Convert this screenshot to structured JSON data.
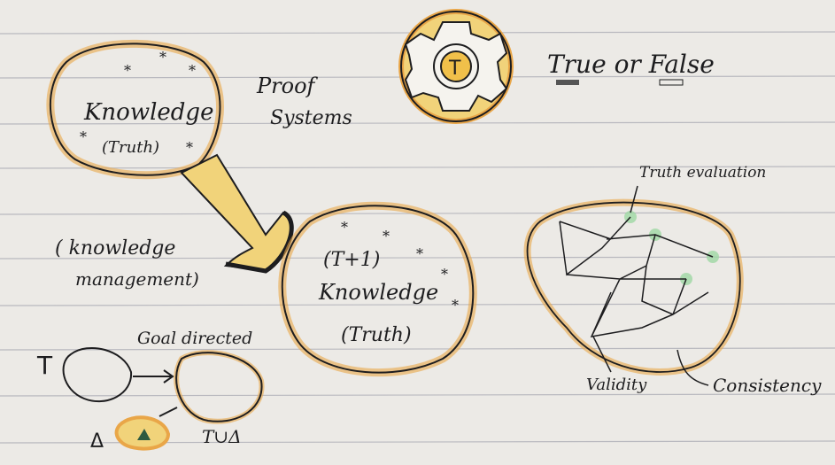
{
  "colors": {
    "paper": "#eceae6",
    "line": "#b9b9bf",
    "ink": "#1d1d1f",
    "orange": "#e9a648",
    "yellow": "#f1d37a",
    "green": "#9fd8a4"
  },
  "knowledge_blob": {
    "title": "Knowledge",
    "subtitle": "(Truth)"
  },
  "proof_systems": {
    "line1": "Proof",
    "line2": "Systems"
  },
  "gear": {
    "label": "T"
  },
  "true_false": {
    "text": "True or False"
  },
  "knowledge_management": {
    "line1": "( knowledge",
    "line2": "management)"
  },
  "next_blob": {
    "line1": "(T+1)",
    "line2": "Knowledge",
    "line3": "(Truth)"
  },
  "network": {
    "truth_evaluation": "Truth evaluation",
    "validity": "Validity",
    "consistency": "Consistency"
  },
  "goal": {
    "title": "Goal directed",
    "t_label": "T",
    "delta_label": "Δ",
    "union_label": "T∪Δ"
  }
}
